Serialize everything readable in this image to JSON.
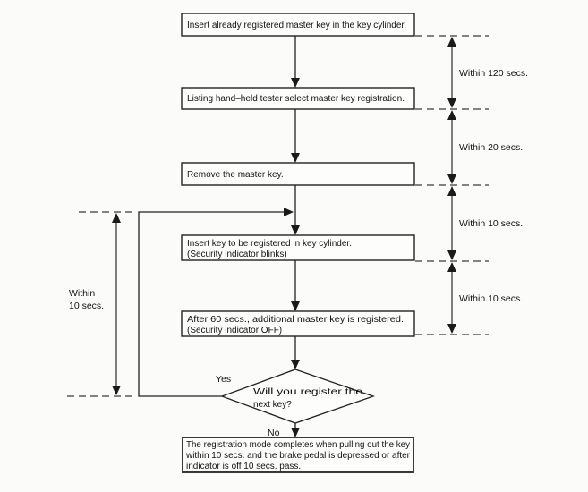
{
  "flowchart": {
    "colors": {
      "background": "#fbfbfa",
      "line": "#222222",
      "text": "#111111"
    },
    "steps": [
      {
        "lines": [
          "Insert already registered master key in the key cylinder."
        ]
      },
      {
        "lines": [
          "Listing hand–held tester select master key registration."
        ]
      },
      {
        "lines": [
          "Remove the master key."
        ]
      },
      {
        "lines": [
          "Insert key to be registered in key cylinder.",
          "(Security indicator blinks)"
        ]
      },
      {
        "lines": [
          "After 60 secs., additional master key is registered.",
          "(Security indicator OFF)"
        ]
      }
    ],
    "decision": {
      "lines": [
        "Will you register the",
        "next key?"
      ],
      "yes_label": "Yes",
      "no_label": "No"
    },
    "terminal": {
      "lines": [
        "The registration mode completes when pulling out the key",
        "within 10 secs. and the brake pedal is depressed or after",
        "indicator is off 10 secs. pass."
      ]
    },
    "timings_right": [
      "Within 120 secs.",
      "Within 20 secs.",
      "Within 10 secs.",
      "Within 10 secs."
    ],
    "timing_left": [
      "Within",
      "10 secs."
    ]
  }
}
